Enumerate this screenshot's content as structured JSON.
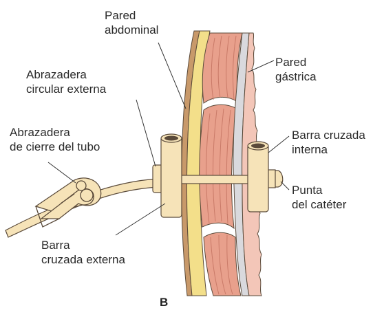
{
  "labels": {
    "pared_abdominal": [
      "Pared",
      "abdominal"
    ],
    "pared_gastrica": [
      "Pared",
      "gástrica"
    ],
    "abrazadera_circular": [
      "Abrazadera",
      "circular externa"
    ],
    "abrazadera_cierre": [
      "Abrazadera",
      "de cierre del tubo"
    ],
    "barra_interna": [
      "Barra cruzada",
      "interna"
    ],
    "punta_cateter": [
      "Punta",
      "del catéter"
    ],
    "barra_externa": [
      "Barra",
      "cruzada externa"
    ]
  },
  "figure_letter": "B",
  "colors": {
    "skin": "#c8996a",
    "fat": "#f3df8a",
    "muscle": "#e8a08c",
    "muscle_stripe": "#c97a68",
    "serosa": "#d9d9dd",
    "stomach_wall": "#f3c6b8",
    "device": "#f6e3b8",
    "outline": "#5a4a3a"
  }
}
